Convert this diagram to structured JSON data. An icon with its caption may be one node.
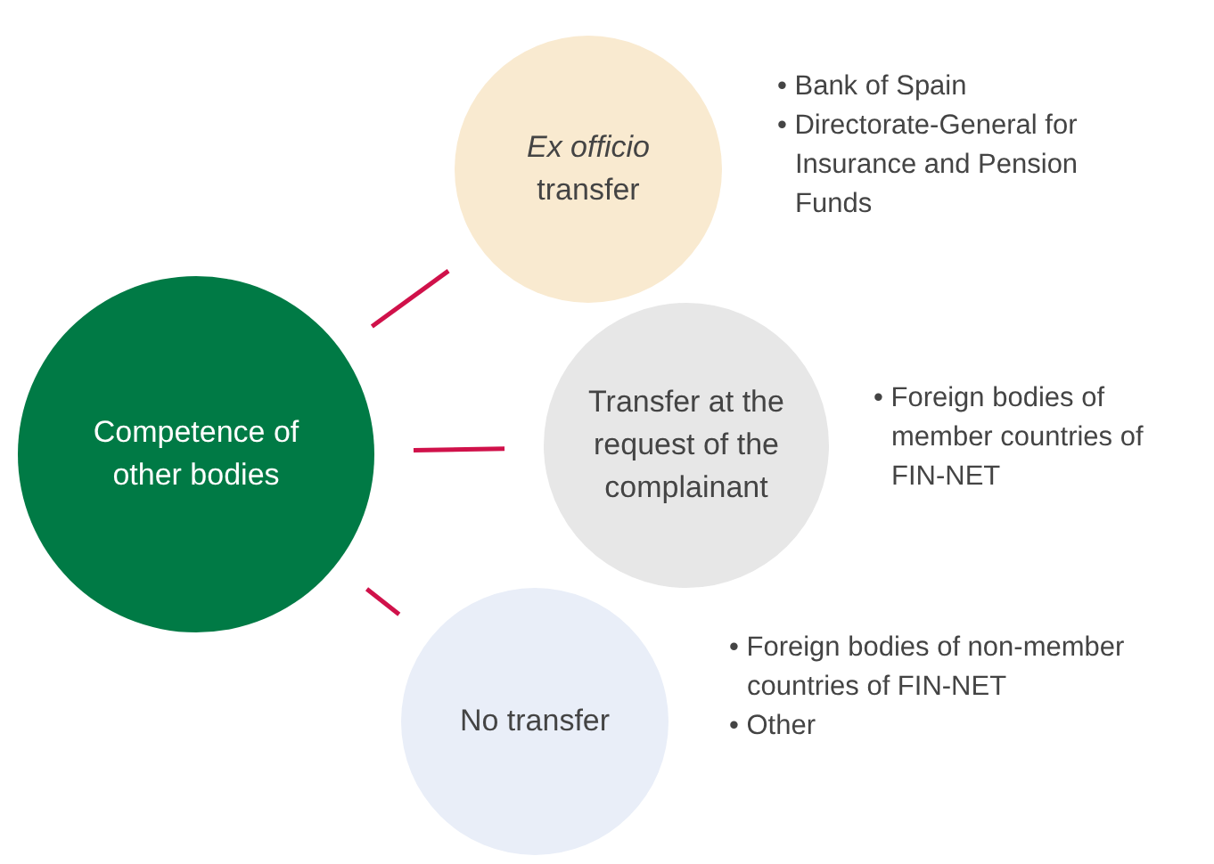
{
  "diagram": {
    "nodes": [
      {
        "text": [
          "Competence of other bodies"
        ]
      },
      {
        "text": [
          "*Ex officio* transfer"
        ],
        "beside": [
          "• Bank of Spain",
          "• Directorate-General for Insurance and Pension Funds"
        ]
      },
      {
        "text": [
          "Transfer at the request of the complainant"
        ],
        "beside": [
          "• Foreign bodies of member countries of FIN-NET"
        ]
      },
      {
        "text": [
          "No transfer"
        ],
        "beside": [
          "• Foreign bodies of non-member countries of FIN-NET",
          "• Other"
        ]
      }
    ],
    "edges": [
      {
        "from": 0,
        "to": 1,
        "arrow": "none"
      },
      {
        "from": 0,
        "to": 2,
        "arrow": "none"
      },
      {
        "from": 0,
        "to": 3,
        "arrow": "none"
      }
    ]
  }
}
